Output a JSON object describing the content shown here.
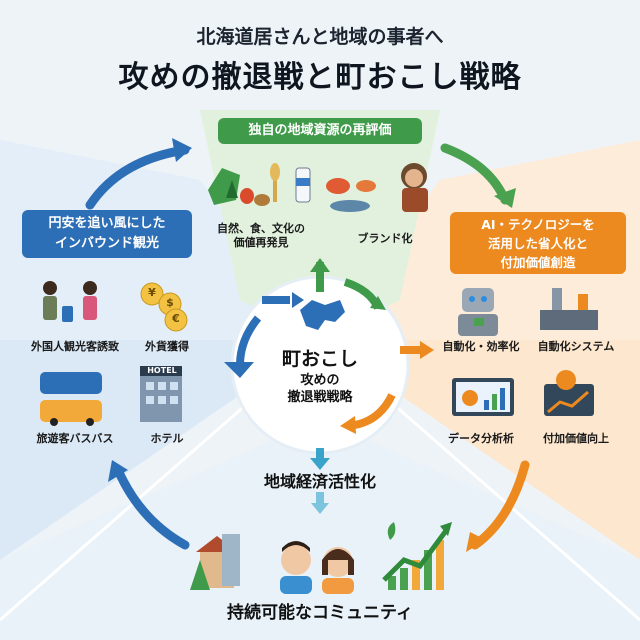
{
  "header": {
    "subtitle": "北海道居さんと地域の事者へ",
    "title": "攻めの撤退戦と町おこし戦略"
  },
  "sections": {
    "top": {
      "heading": "独自の地域資源の再評価",
      "items": [
        "自然、食、文化の\n価値再発見",
        "ブランド化"
      ]
    },
    "left": {
      "heading": "円安を追い風にした\nインバウンド観光",
      "items": [
        "外国人観光客誘致",
        "外貨獲得",
        "旅遊客バスバス",
        "ホテル"
      ]
    },
    "right": {
      "heading": "AI・テクノロジーを\n活用した省人化と\n付加価値創造",
      "items": [
        "自動化・効率化",
        "自動化システム",
        "データ分析析",
        "付加価値向上"
      ]
    }
  },
  "center": {
    "title": "町おこし",
    "subtitle": "攻めの\n撤退戦戦略"
  },
  "economy_label": "地域経済活性化",
  "community_label": "持続可能なコミュニティ",
  "icons": {
    "hotel_sign": "HOTEL",
    "currency": [
      "¥",
      "$",
      "€"
    ]
  },
  "colors": {
    "green": "#3f9a4a",
    "blue": "#2d6fb6",
    "orange": "#ec8a1f",
    "teal": "#3aa3c9"
  }
}
